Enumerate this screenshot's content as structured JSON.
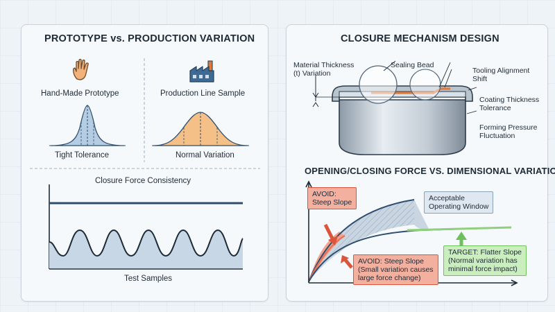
{
  "left_panel": {
    "title": "PROTOTYPE vs. PRODUCTION VARIATION",
    "prototype": {
      "icon": "hand-icon",
      "label": "Hand-Made Prototype",
      "caption": "Tight Tolerance",
      "color": "#a9c4dc"
    },
    "production": {
      "icon": "factory-icon",
      "label": "Production Line Sample",
      "caption": "Normal Variation",
      "color": "#f4c088"
    },
    "consistency": {
      "title": "Closure Force Consistency",
      "xlabel": "Test Samples"
    }
  },
  "right_panel": {
    "title": "CLOSURE MECHANISM DESIGN",
    "mechanism_labels": {
      "thickness": [
        "Material Thickness",
        "(t) Variation"
      ],
      "bead": "Sealing Bead",
      "tooling": [
        "Tooling Alignment",
        "Shift"
      ],
      "coating": [
        "Coating Thickness",
        "Tolerance"
      ],
      "pressure": [
        "Forming Pressure",
        "Fluctuation"
      ]
    },
    "graph": {
      "title": "OPENING/CLOSING FORCE VS. DIMENSIONAL VARIATION",
      "avoid_top": [
        "AVOID:",
        "Steep Slope"
      ],
      "window": [
        "Acceptable",
        "Operating Window"
      ],
      "avoid_bottom": [
        "AVOID: Steep Slope",
        "(Small variation causes",
        "large force change)"
      ],
      "target": [
        "TARGET: Flatter Slope",
        "(Normal variation has",
        "minimal force impact)"
      ]
    }
  },
  "colors": {
    "avoid": "#e8735a",
    "avoid_fill": "#f1a48f",
    "target": "#8fcf7e",
    "target_fill": "#cbeebf",
    "navy": "#2f4d6e",
    "window": "#c9d6e2"
  }
}
